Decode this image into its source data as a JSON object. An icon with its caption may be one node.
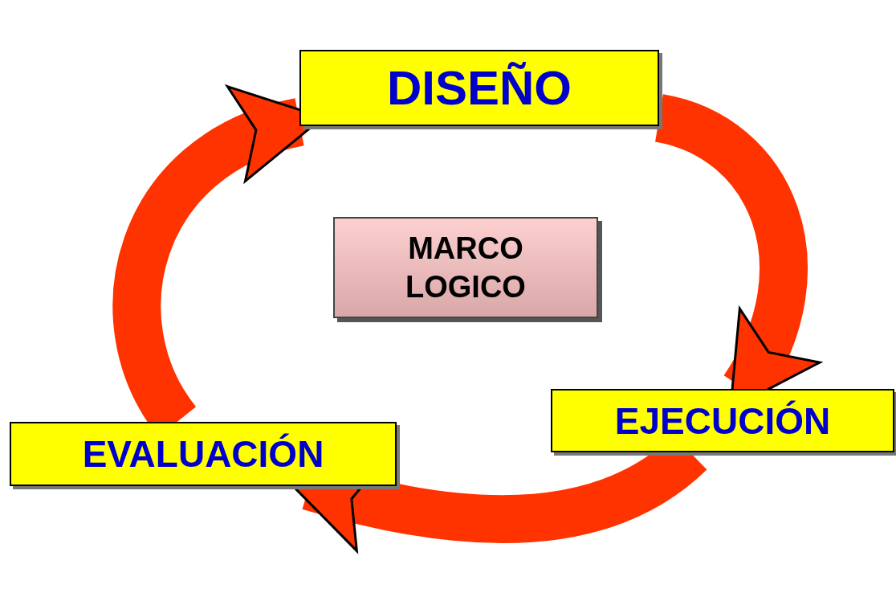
{
  "diagram": {
    "nodes": [
      {
        "text": [
          "DISEÑO"
        ]
      },
      {
        "text": [
          "EJECUCIÓN"
        ]
      },
      {
        "text": [
          "EVALUACIÓN"
        ]
      },
      {
        "text": [
          "MARCO LOGICO"
        ]
      }
    ],
    "edges": [
      {
        "from": 0,
        "to": 1,
        "arrow": "to"
      },
      {
        "from": 1,
        "to": 2,
        "arrow": "to"
      },
      {
        "from": 2,
        "to": 0,
        "arrow": "to"
      }
    ]
  }
}
